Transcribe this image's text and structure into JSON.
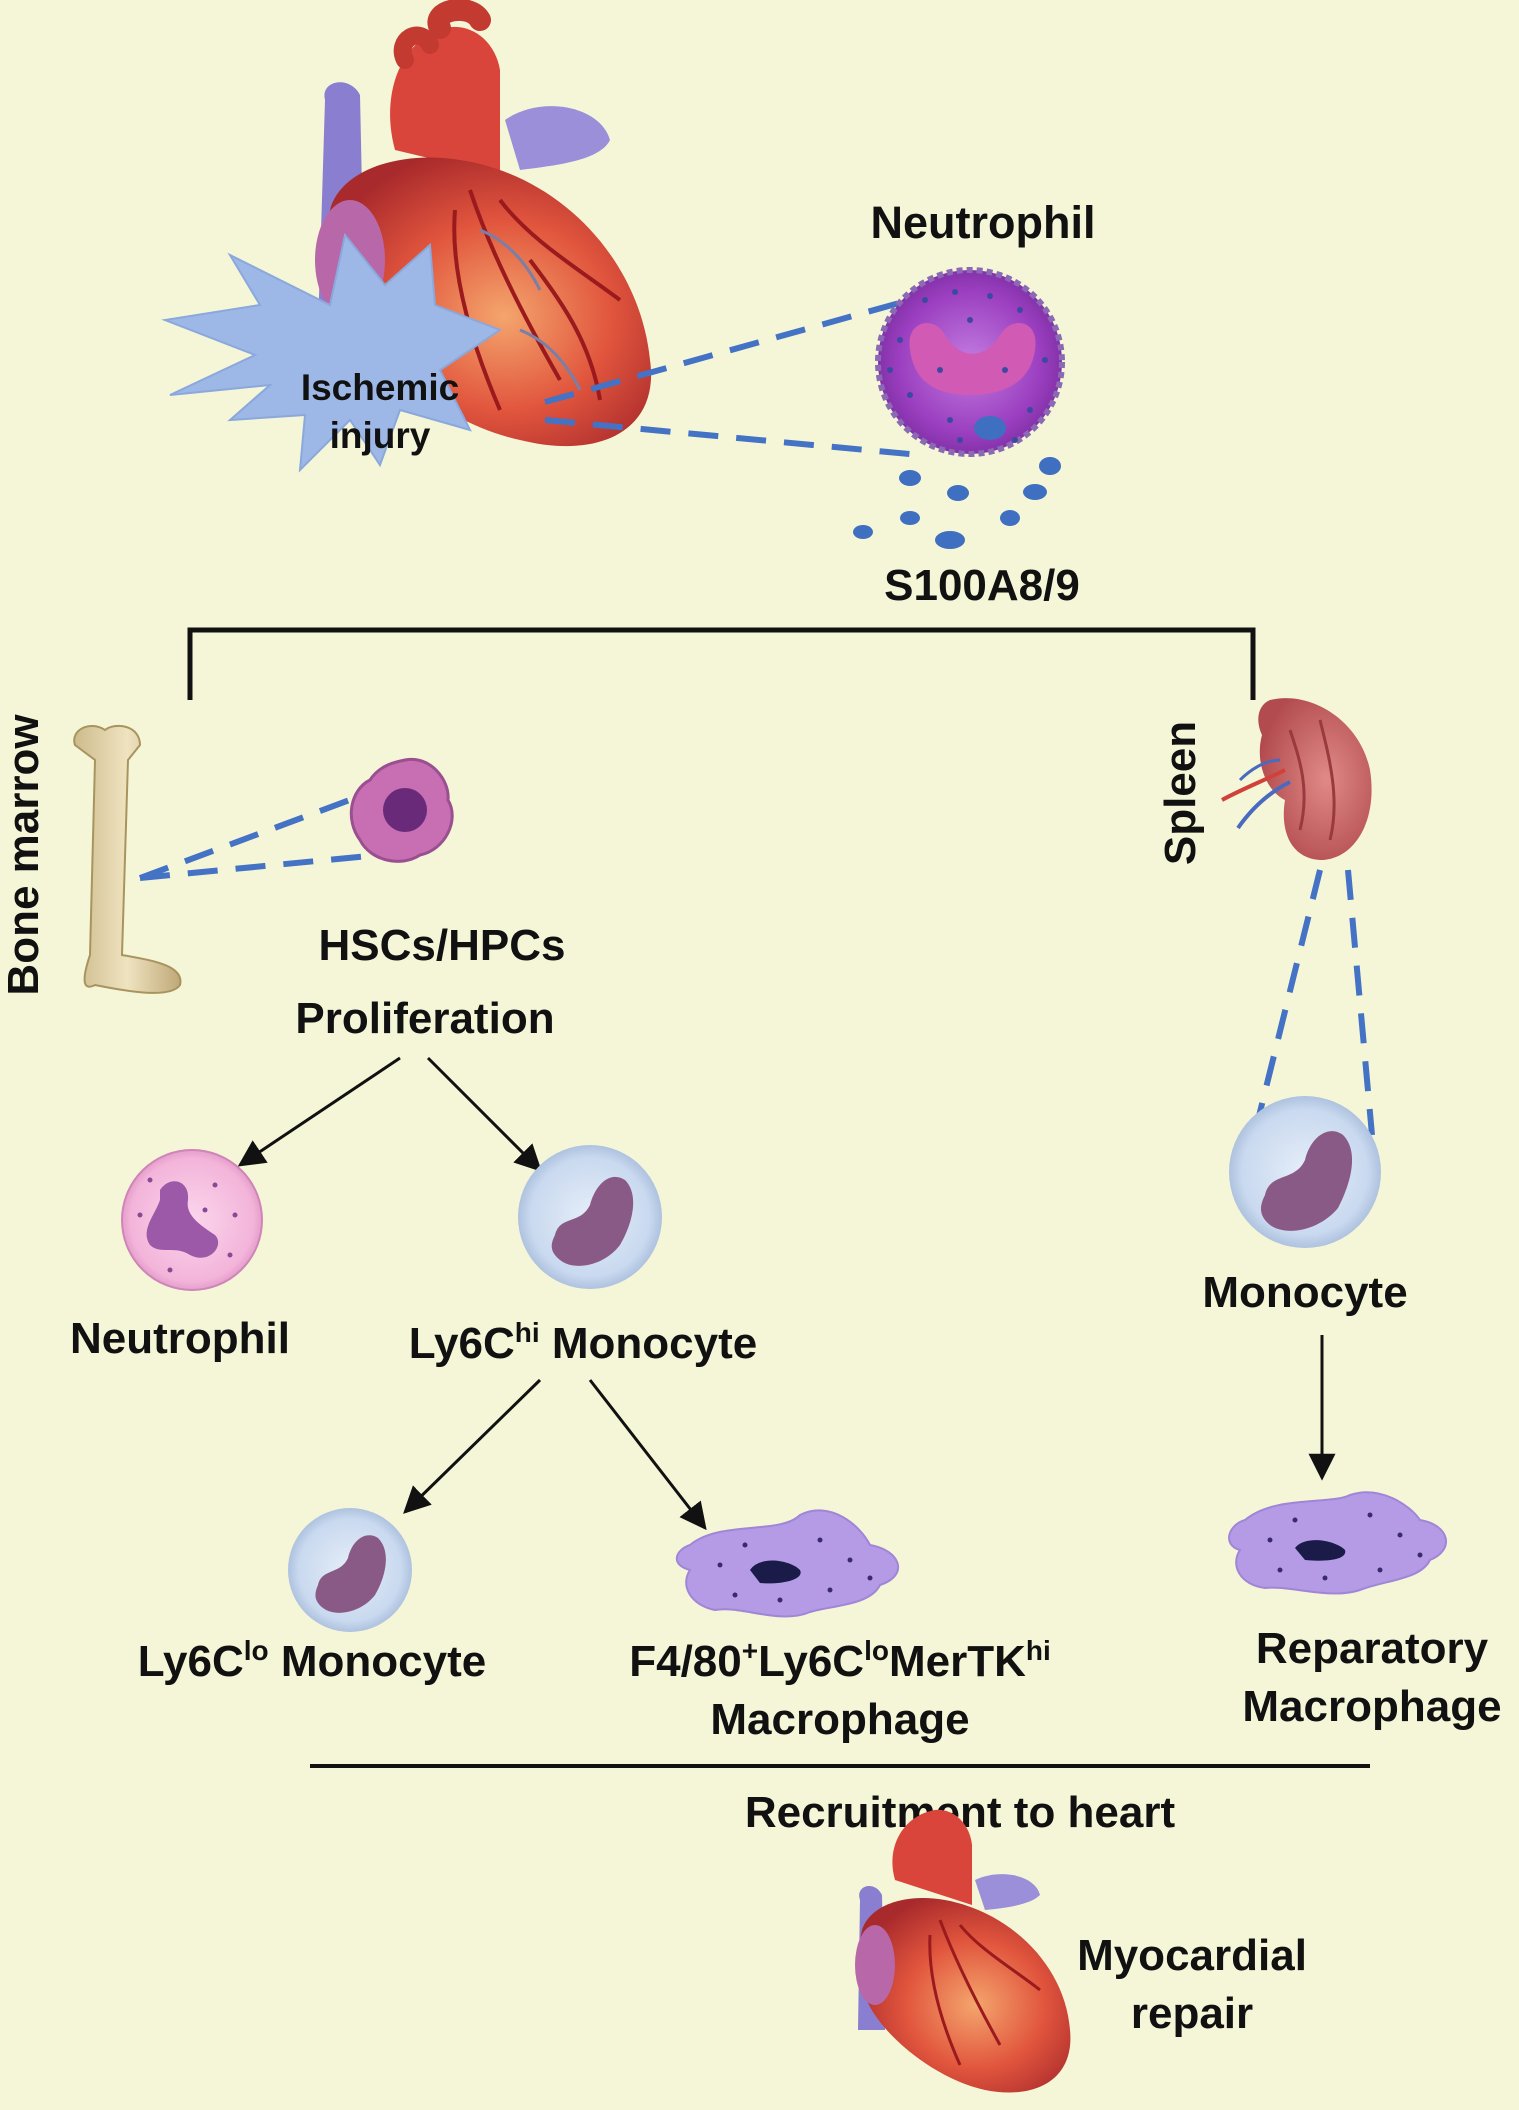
{
  "labels": {
    "ischemic_line1": "Ischemic",
    "ischemic_line2": "injury",
    "neutrophil_top": "Neutrophil",
    "s100": "S100A8/9",
    "bone_marrow": "Bone marrow",
    "spleen": "Spleen",
    "hscs": "HSCs/HPCs",
    "proliferation": "Proliferation",
    "neutrophil_left": "Neutrophil",
    "ly6chi_base": "Ly6C",
    "ly6chi_sup": "hi",
    "ly6chi_rest": " Monocyte",
    "monocyte_right": "Monocyte",
    "ly6clo_base": "Ly6C",
    "ly6clo_sup": "lo",
    "ly6clo_rest": " Monocyte",
    "mac_f4": "F4/80",
    "mac_plus": "+",
    "mac_ly6c": "Ly6C",
    "mac_lo": "lo",
    "mac_mertk": "MerTK",
    "mac_hi": "hi",
    "mac_line2": "Macrophage",
    "reparatory_line1": "Reparatory",
    "reparatory_line2": "Macrophage",
    "recruitment": "Recruitment to heart",
    "myocardial_line1": "Myocardial",
    "myocardial_line2": "repair"
  },
  "colors": {
    "background": "#f5f6d7",
    "starburst": "#9db8e6",
    "dashed_line": "#4472c4",
    "neutrophil_cell": "#9b3fc0",
    "monocyte_cell": "#c9d9ef",
    "monocyte_nucleus": "#8a5a86",
    "macrophage": "#b59be6",
    "neutrophil_left": "#f3b4da"
  },
  "icons": [
    "heart-illustration",
    "bone-icon",
    "spleen-icon",
    "stem-cell-icon"
  ]
}
